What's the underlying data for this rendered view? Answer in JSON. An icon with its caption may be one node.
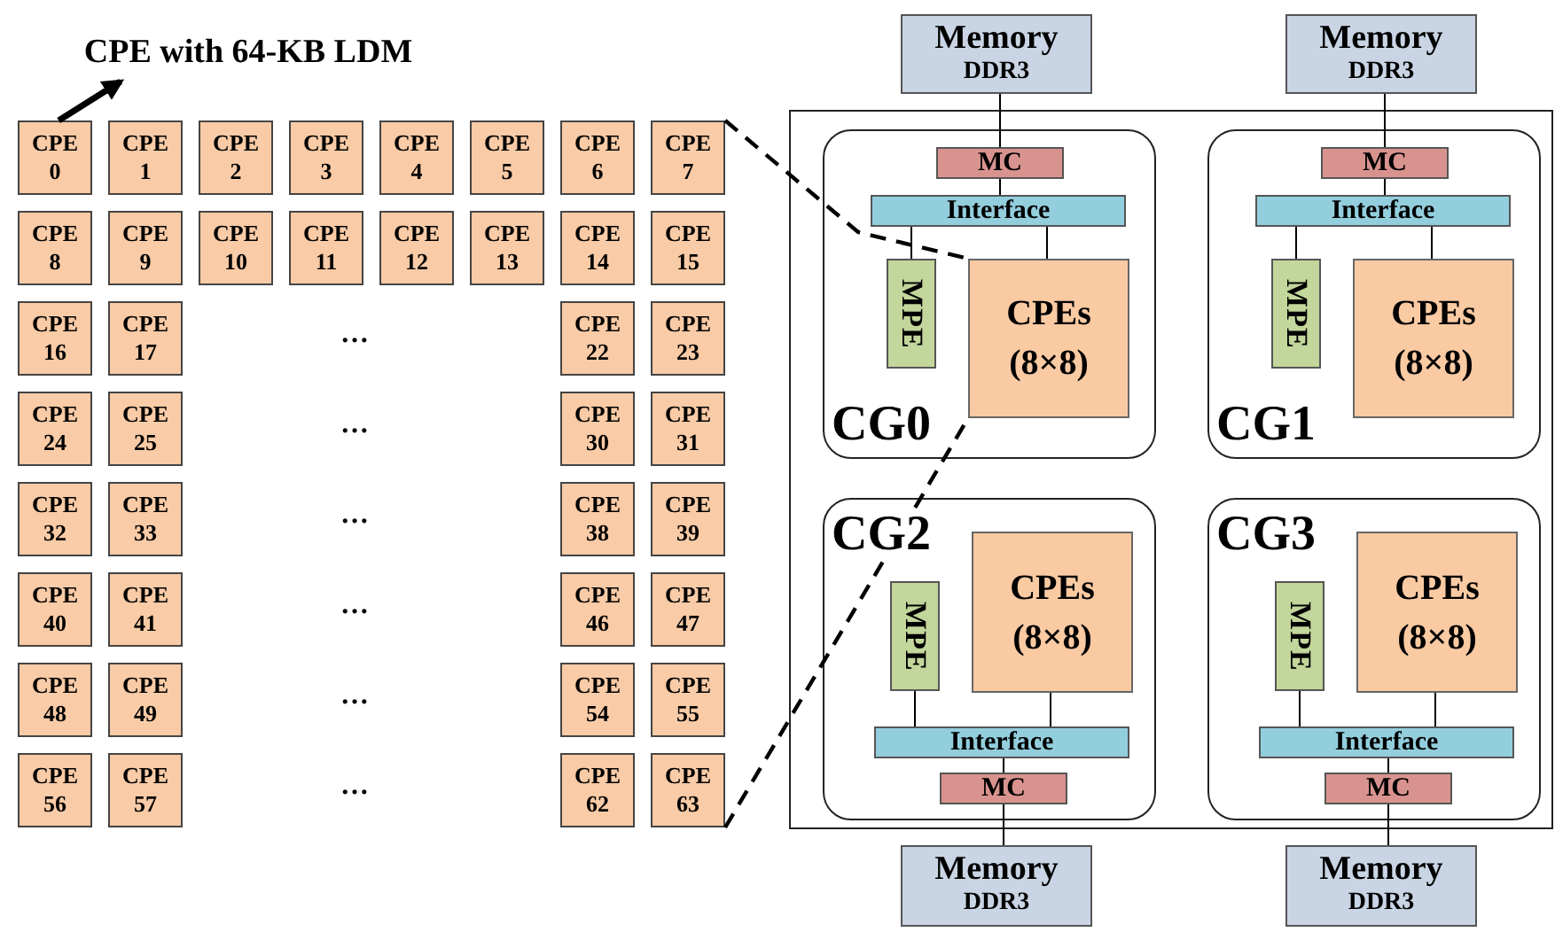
{
  "diagram": {
    "nodes": [
      {
        "text": [
          "CPE with 64-KB LDM"
        ]
      },
      {
        "text": [
          "CPE 0"
        ]
      },
      {
        "text": [
          "CPE 1"
        ]
      },
      {
        "text": [
          "CPE 2"
        ]
      },
      {
        "text": [
          "CPE 3"
        ]
      },
      {
        "text": [
          "CPE 4"
        ]
      },
      {
        "text": [
          "CPE 5"
        ]
      },
      {
        "text": [
          "CPE 6"
        ]
      },
      {
        "text": [
          "CPE 7"
        ]
      },
      {
        "text": [
          "CPE 8"
        ]
      },
      {
        "text": [
          "CPE 9"
        ]
      },
      {
        "text": [
          "CPE 10"
        ]
      },
      {
        "text": [
          "CPE 11"
        ]
      },
      {
        "text": [
          "CPE 12"
        ]
      },
      {
        "text": [
          "CPE 13"
        ]
      },
      {
        "text": [
          "CPE 14"
        ]
      },
      {
        "text": [
          "CPE 15"
        ]
      },
      {
        "text": [
          "CPE 16"
        ]
      },
      {
        "text": [
          "CPE 17"
        ]
      },
      {
        "text": [
          "CPE 22"
        ]
      },
      {
        "text": [
          "CPE 23"
        ]
      },
      {
        "text": [
          "CPE 24"
        ]
      },
      {
        "text": [
          "CPE 25"
        ]
      },
      {
        "text": [
          "CPE 30"
        ]
      },
      {
        "text": [
          "CPE 31"
        ]
      },
      {
        "text": [
          "CPE 32"
        ]
      },
      {
        "text": [
          "CPE 33"
        ]
      },
      {
        "text": [
          "CPE 38"
        ]
      },
      {
        "text": [
          "CPE 39"
        ]
      },
      {
        "text": [
          "CPE 40"
        ]
      },
      {
        "text": [
          "CPE 41"
        ]
      },
      {
        "text": [
          "CPE 46"
        ]
      },
      {
        "text": [
          "CPE 47"
        ]
      },
      {
        "text": [
          "CPE 48"
        ]
      },
      {
        "text": [
          "CPE 49"
        ]
      },
      {
        "text": [
          "CPE 54"
        ]
      },
      {
        "text": [
          "CPE 55"
        ]
      },
      {
        "text": [
          "CPE 56"
        ]
      },
      {
        "text": [
          "CPE 57"
        ]
      },
      {
        "text": [
          "CPE 62"
        ]
      },
      {
        "text": [
          "CPE 63"
        ]
      },
      {
        "text": [
          "Memory",
          "DDR3"
        ]
      },
      {
        "text": [
          "Memory",
          "DDR3"
        ]
      },
      {
        "text": [],
        "shape": "box"
      },
      {
        "text": [
          "CG0"
        ],
        "in": 43
      },
      {
        "text": [
          "MC"
        ],
        "in": 44
      },
      {
        "text": [
          "Interface"
        ],
        "in": 44
      },
      {
        "text": [
          "MPE"
        ],
        "in": 44
      },
      {
        "text": [
          "CPEs (8×8)"
        ],
        "in": 44
      },
      {
        "text": [
          "CG1"
        ],
        "in": 43
      },
      {
        "text": [
          "MC"
        ],
        "in": 49
      },
      {
        "text": [
          "Interface"
        ],
        "in": 49
      },
      {
        "text": [
          "MPE"
        ],
        "in": 49
      },
      {
        "text": [
          "CPEs (8×8)"
        ],
        "in": 49
      },
      {
        "text": [
          "CG2"
        ],
        "in": 43
      },
      {
        "text": [
          "MC"
        ],
        "in": 54
      },
      {
        "text": [
          "Interface"
        ],
        "in": 54
      },
      {
        "text": [
          "MPE"
        ],
        "in": 54
      },
      {
        "text": [
          "CPEs (8×8)"
        ],
        "in": 54
      },
      {
        "text": [
          "CG3"
        ],
        "in": 43
      },
      {
        "text": [
          "MC"
        ],
        "in": 59
      },
      {
        "text": [
          "Interface"
        ],
        "in": 59
      },
      {
        "text": [
          "MPE"
        ],
        "in": 59
      },
      {
        "text": [
          "CPEs (8×8)"
        ],
        "in": 59
      },
      {
        "text": [
          "Memory",
          "DDR3"
        ]
      },
      {
        "text": [
          "Memory",
          "DDR3"
        ]
      }
    ],
    "edges": [
      {
        "from": 1,
        "to": 0,
        "arrow": "to",
        "style": "thick"
      },
      {
        "from": 41,
        "to": 45,
        "arrow": "none"
      },
      {
        "from": 45,
        "to": 46,
        "arrow": "none"
      },
      {
        "from": 46,
        "to": 47,
        "arrow": "none"
      },
      {
        "from": 46,
        "to": 48,
        "arrow": "none"
      },
      {
        "from": 42,
        "to": 50,
        "arrow": "none"
      },
      {
        "from": 50,
        "to": 51,
        "arrow": "none"
      },
      {
        "from": 51,
        "to": 52,
        "arrow": "none"
      },
      {
        "from": 51,
        "to": 53,
        "arrow": "none"
      },
      {
        "from": 64,
        "to": 55,
        "arrow": "none"
      },
      {
        "from": 55,
        "to": 56,
        "arrow": "none"
      },
      {
        "from": 56,
        "to": 57,
        "arrow": "none"
      },
      {
        "from": 56,
        "to": 58,
        "arrow": "none"
      },
      {
        "from": 65,
        "to": 60,
        "arrow": "none"
      },
      {
        "from": 60,
        "to": 61,
        "arrow": "none"
      },
      {
        "from": 61,
        "to": 62,
        "arrow": "none"
      },
      {
        "from": 61,
        "to": 63,
        "arrow": "none"
      },
      {
        "from": 8,
        "to": 48,
        "arrow": "none",
        "style": "dashed"
      },
      {
        "from": 40,
        "to": 48,
        "arrow": "none",
        "style": "dashed"
      }
    ],
    "labels": [
      "…",
      "…",
      "…",
      "…",
      "…",
      "…"
    ]
  }
}
